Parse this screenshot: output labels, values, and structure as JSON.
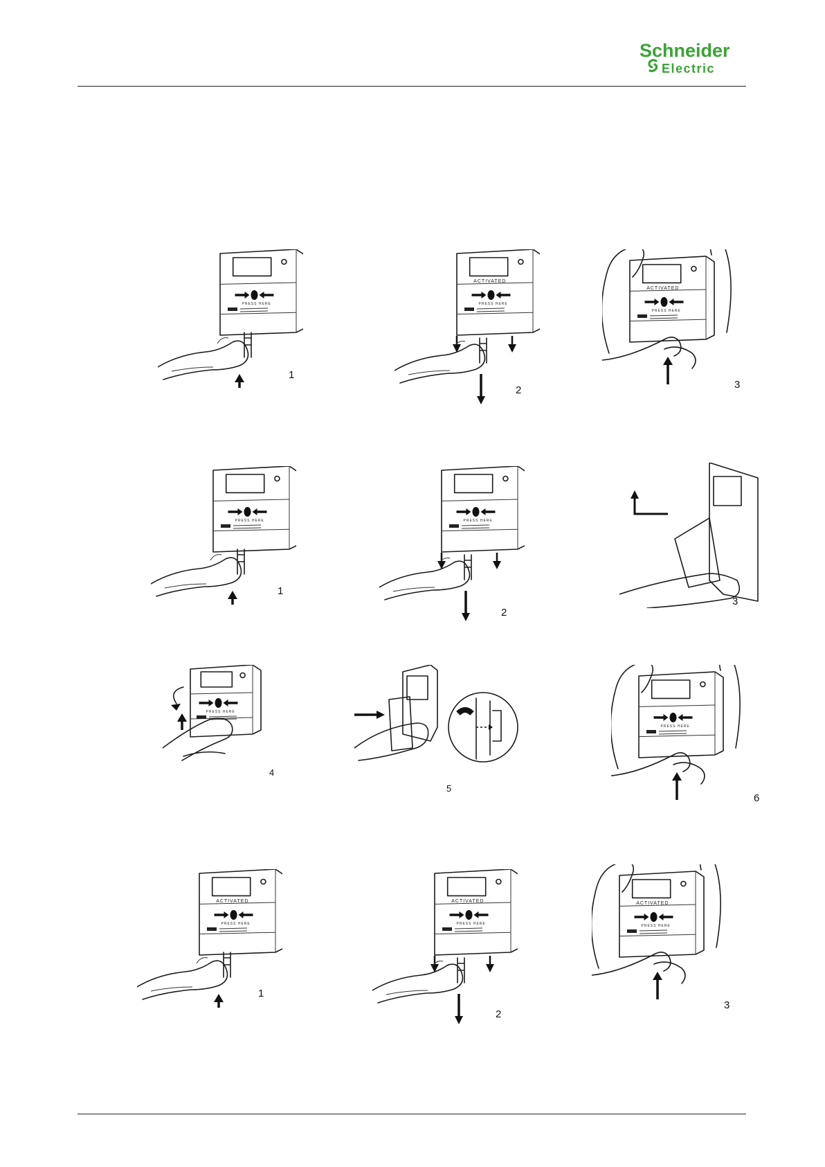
{
  "header": {
    "logo": {
      "icon": "schneider-electric-logo",
      "line1": "Schneider",
      "line2": "Electric",
      "color": "#3aa335"
    }
  },
  "figures": [
    {
      "step": "1",
      "device": "front-activated-no",
      "tool": "key-up"
    },
    {
      "step": "2",
      "device": "front-activated",
      "tool": "key-down"
    },
    {
      "step": "3",
      "device": "hands-activated",
      "tool": "arrow-up"
    },
    {
      "step": "1",
      "device": "front",
      "tool": "key-up"
    },
    {
      "step": "2",
      "device": "front",
      "tool": "key-down"
    },
    {
      "step": "3",
      "device": "open-tilt",
      "tool": "arrow-back"
    },
    {
      "step": "4",
      "device": "insert-element",
      "tool": "arrow-curve"
    },
    {
      "step": "5",
      "device": "side-detail",
      "tool": "arrow-right"
    },
    {
      "step": "6",
      "device": "hands-front",
      "tool": "arrow-up"
    },
    {
      "step": "1",
      "device": "front-activated",
      "tool": "key-up"
    },
    {
      "step": "2",
      "device": "front-activated",
      "tool": "key-down"
    },
    {
      "step": "3",
      "device": "hands-activated",
      "tool": "arrow-up"
    }
  ],
  "device_text": {
    "activated": "ACTIVATED",
    "press": "PRESS HERE"
  }
}
